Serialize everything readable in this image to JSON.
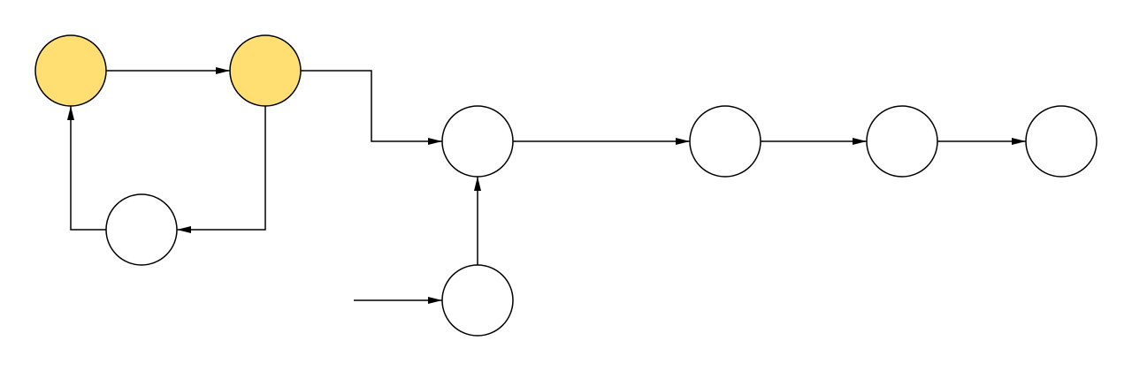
{
  "diagram": {
    "type": "directed-graph",
    "colors": {
      "highlight": "#FFDF71",
      "default": "#FFFFFF",
      "stroke": "#000000"
    },
    "nodes": [
      {
        "id": "n1",
        "label": "",
        "highlighted": true
      },
      {
        "id": "n2",
        "label": "",
        "highlighted": true
      },
      {
        "id": "n3",
        "label": "",
        "highlighted": false
      },
      {
        "id": "n4",
        "label": "",
        "highlighted": false
      },
      {
        "id": "n5",
        "label": "",
        "highlighted": false
      },
      {
        "id": "n6",
        "label": "",
        "highlighted": false
      },
      {
        "id": "n7",
        "label": "",
        "highlighted": false
      },
      {
        "id": "n8",
        "label": "",
        "highlighted": false
      }
    ],
    "edges": [
      {
        "from": "n1",
        "to": "n2"
      },
      {
        "from": "n2",
        "to": "n4"
      },
      {
        "from": "n2",
        "to": "n3"
      },
      {
        "from": "n3",
        "to": "n1"
      },
      {
        "from": "n4",
        "to": "n5"
      },
      {
        "from": "n5",
        "to": "n6"
      },
      {
        "from": "n6",
        "to": "n7"
      },
      {
        "from": "n8",
        "to": "n4"
      },
      {
        "from": "external-input",
        "to": "n8"
      }
    ]
  }
}
